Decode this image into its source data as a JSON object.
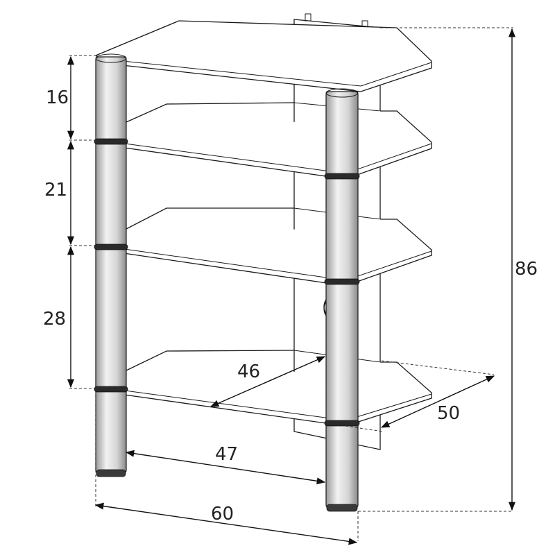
{
  "colors": {
    "line": "#1a1a1a",
    "text": "#222222",
    "background": "#ffffff"
  },
  "dimensions": {
    "gap_top": "16",
    "gap_middle": "21",
    "gap_bottom": "28",
    "total_height": "86",
    "shelf_depth": "46",
    "rack_depth": "50",
    "inner_width": "47",
    "total_width": "60"
  }
}
